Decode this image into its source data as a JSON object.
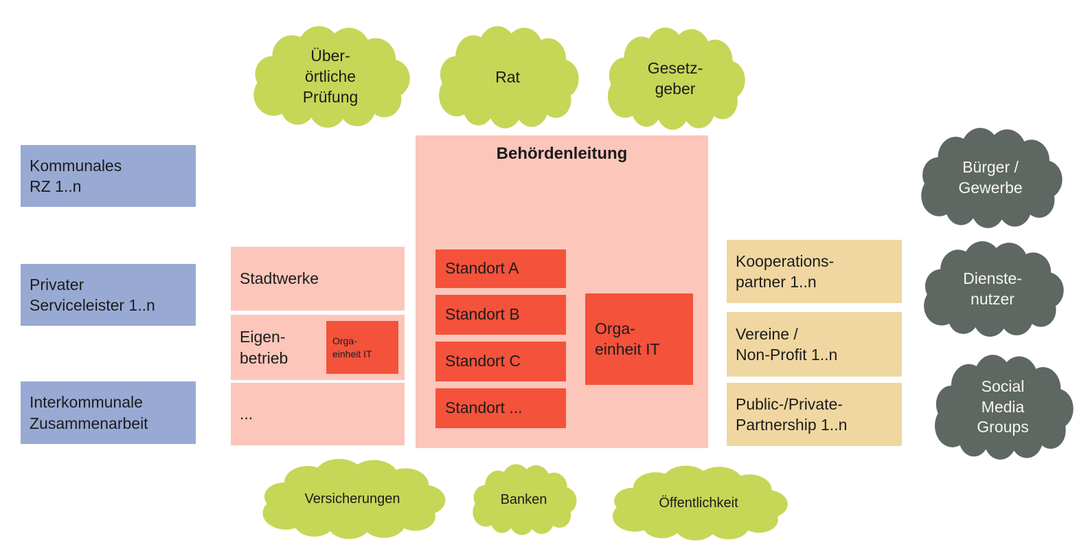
{
  "colors": {
    "cloud_green": "#c6d657",
    "cloud_dark": "#5e6762",
    "box_blue": "#98aad3",
    "box_pink": "#fcc6ba",
    "box_red": "#f4523b",
    "box_tan": "#f0d7a1",
    "text_dark": "#1c1c1c",
    "text_light": "#f8f5f0"
  },
  "top_clouds": [
    {
      "label": "Über-\nörtliche\nPrüfung"
    },
    {
      "label": "Rat"
    },
    {
      "label": "Gesetz-\ngeber"
    }
  ],
  "left_boxes": [
    {
      "label": "Kommunales\nRZ 1..n"
    },
    {
      "label": "Privater\nServiceleister 1..n"
    },
    {
      "label": "Interkommunale\nZusammenarbeit"
    }
  ],
  "city_group": {
    "stadtwerke": "Stadtwerke",
    "eigenbetrieb": "Eigen-\nbetrieb",
    "eigenbetrieb_it": "Orga-\neinheit IT",
    "more": "..."
  },
  "authority": {
    "title": "Behördenleitung",
    "standorte": [
      "Standort A",
      "Standort B",
      "Standort C",
      "Standort ..."
    ],
    "it_unit": "Orga-\neinheit IT"
  },
  "right_boxes": [
    {
      "label": "Kooperations-\npartner 1..n"
    },
    {
      "label": "Vereine /\nNon-Profit 1..n"
    },
    {
      "label": "Public-/Private-\nPartnership 1..n"
    }
  ],
  "right_clouds": [
    {
      "label": "Bürger /\nGewerbe"
    },
    {
      "label": "Dienste-\nnutzer"
    },
    {
      "label": "Social\nMedia\nGroups"
    }
  ],
  "bottom_clouds": [
    {
      "label": "Versicherungen"
    },
    {
      "label": "Banken"
    },
    {
      "label": "Öffentlichkeit"
    }
  ]
}
